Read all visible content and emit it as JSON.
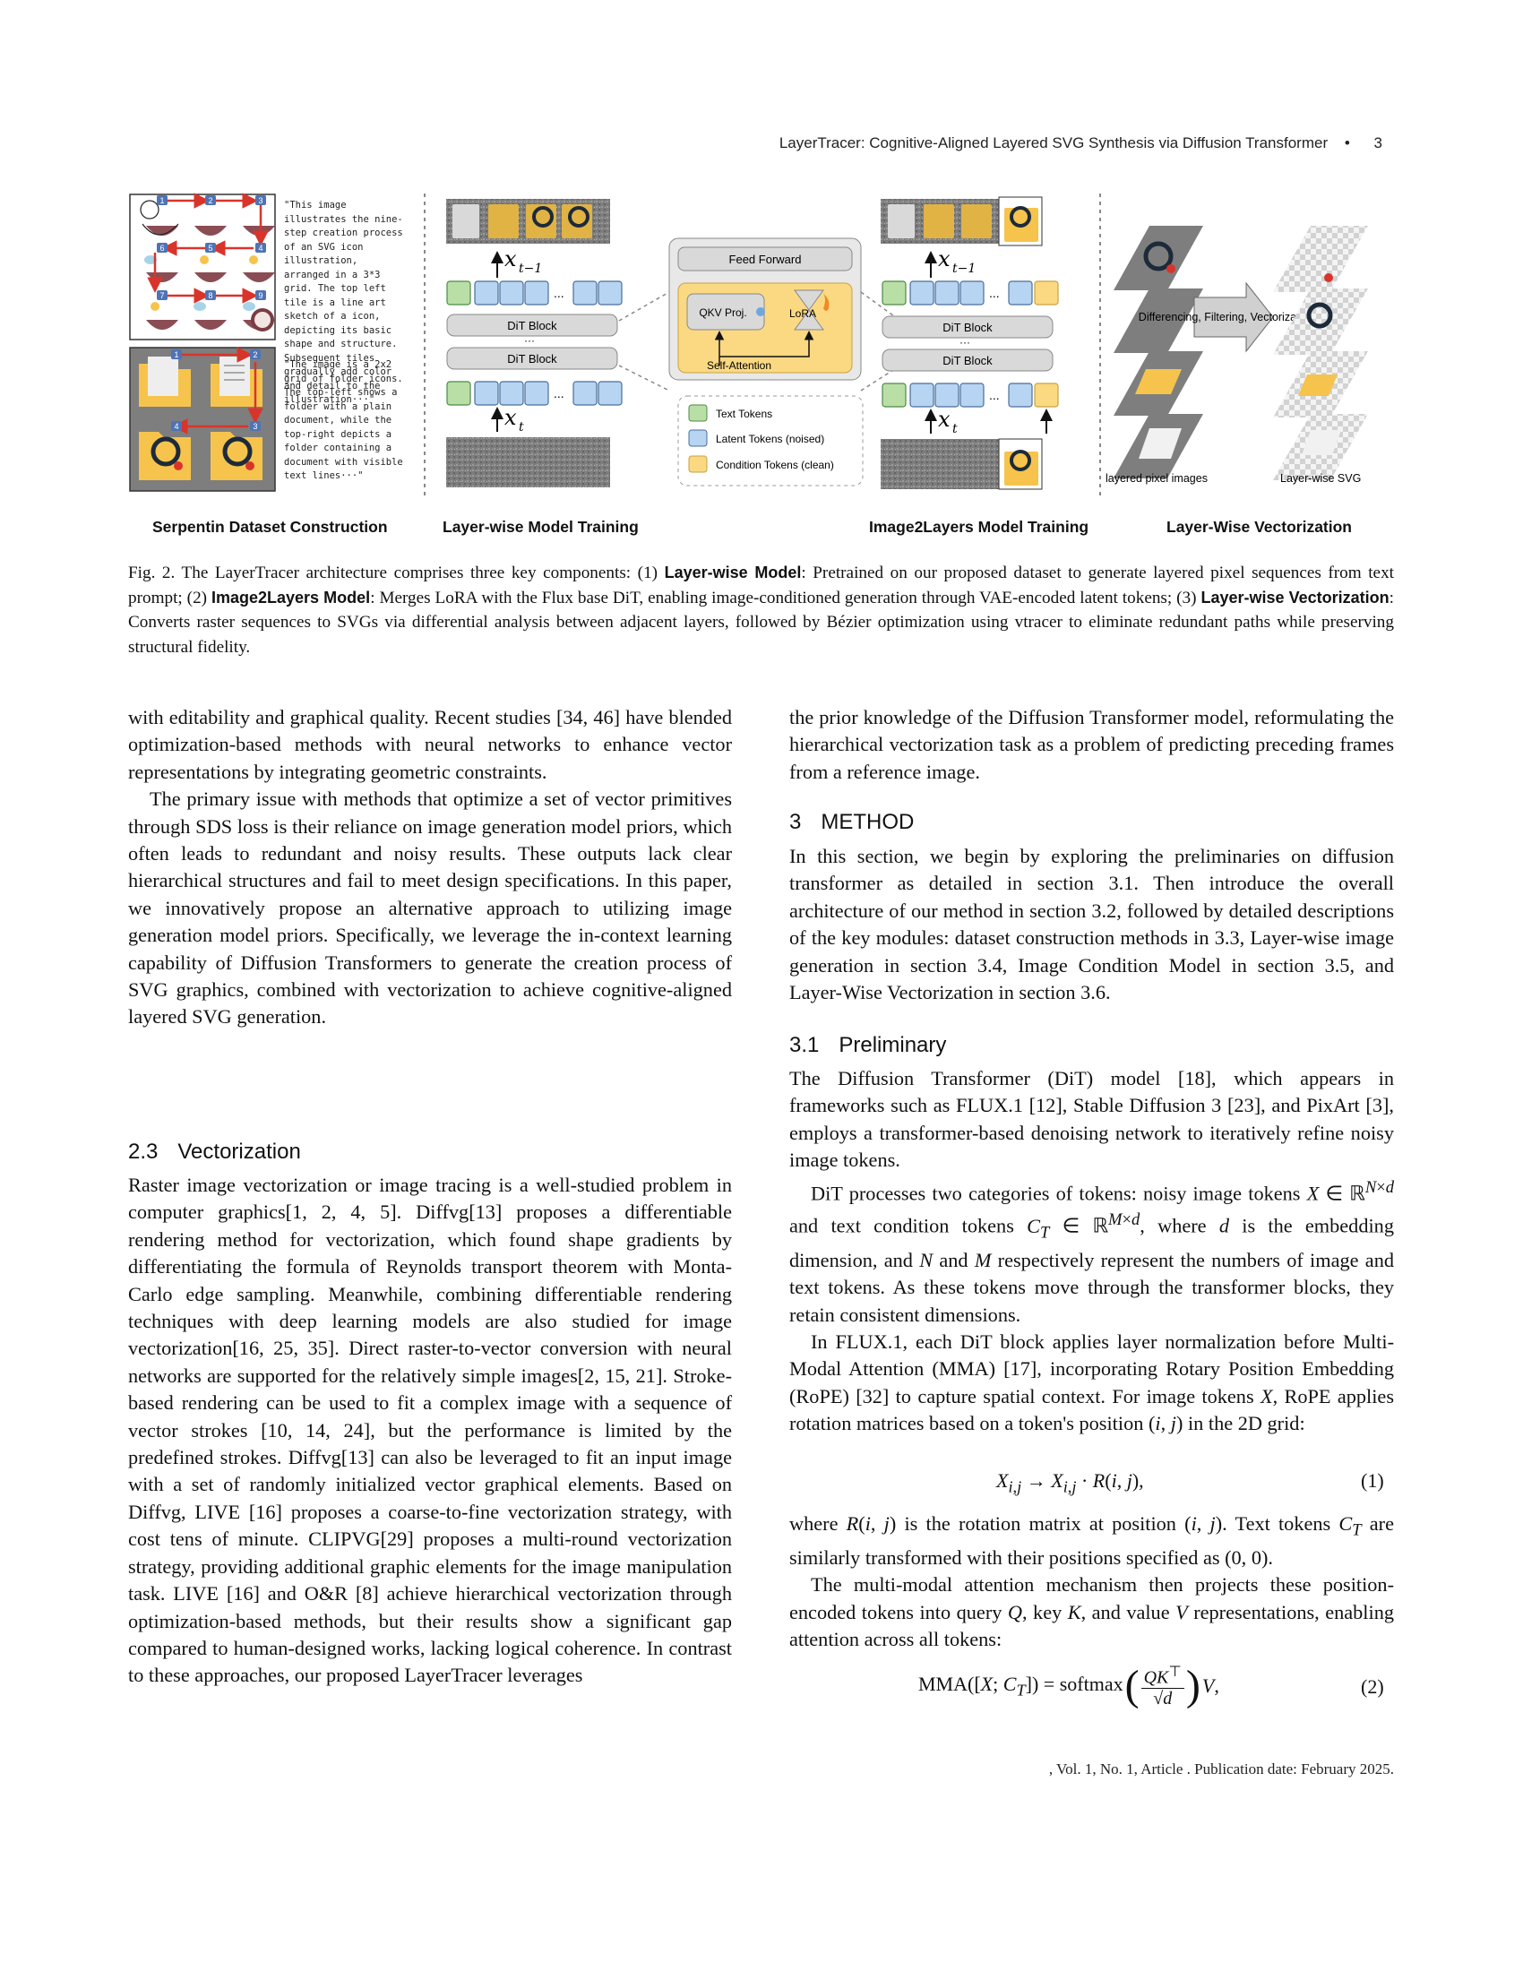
{
  "header": {
    "running_title": "LayerTracer: Cognitive-Aligned Layered SVG Synthesis via Diffusion Transformer",
    "bullet": "•",
    "page_number": "3"
  },
  "figure": {
    "serpentin_quote_1": "\"This image illustrates the nine-step creation process of an SVG icon illustration, arranged in a 3*3 grid. The top left tile is a line art sketch of a icon, depicting its basic shape and structure. Subsequent tiles gradually add color and detail to the illustration···\"",
    "serpentin_quote_2": "\"The image is a 2x2 grid of folder icons. The top-left shows a folder with a plain document, while the top-right depicts a folder containing a document with visible text lines···\"",
    "grid1_numbers": [
      "1",
      "2",
      "3",
      "4",
      "5",
      "6",
      "7",
      "8",
      "9"
    ],
    "grid2_numbers": [
      "1",
      "2",
      "3",
      "4"
    ],
    "x_t_minus_1": "x",
    "x_t_minus_1_sub": "t−1",
    "x_t": "x",
    "x_t_sub": "t",
    "dit_block": "DiT Block",
    "ellipsis": "...",
    "dots": "···",
    "feed_forward": "Feed Forward",
    "qkv_proj": "QKV Proj.",
    "lora": "LoRA",
    "self_attention": "Self-Attention",
    "legend": {
      "text_tokens": "Text Tokens",
      "latent_tokens": "Latent Tokens (noised)",
      "condition_tokens": "Condition Tokens (clean)"
    },
    "vectorization_box": "Differencing, Filtering, Vectorization",
    "layered_pixel_images": "layered pixel images",
    "layer_wise_svg": "Layer-wise SVG",
    "panel_labels": [
      "Serpentin Dataset Construction",
      "Layer-wise Model Training",
      "Image2Layers Model Training",
      "Layer-Wise Vectorization"
    ],
    "colors": {
      "text_token": "#b9dfa7",
      "latent_token": "#b7d4f2",
      "condition_token": "#fbd983",
      "folder": "#f6c44c",
      "attention_bg": "#fbd983",
      "red_arrow": "#d9342b"
    }
  },
  "caption": {
    "prefix": "Fig. 2.  The LayerTracer architecture comprises three key components: (1) ",
    "term1": "Layer-wise Model",
    "text1": ": Pretrained on our proposed dataset to generate layered pixel sequences from text prompt; (2) ",
    "term2": "Image2Layers Model",
    "text2": ": Merges LoRA with the Flux base DiT, enabling image-conditioned generation through VAE-encoded latent tokens; (3) ",
    "term3": "Layer-wise Vectorization",
    "text3": ": Converts raster sequences to SVGs via differential analysis between adjacent layers, followed by Bézier optimization using vtracer to eliminate redundant paths while preserving structural fidelity."
  },
  "left_column": {
    "p1": "with editability and graphical quality. Recent studies [34, 46] have blended optimization-based methods with neural networks to enhance vector representations by integrating geometric constraints.",
    "p2": "The primary issue with methods that optimize a set of vector primitives through SDS loss is their reliance on image generation model priors, which often leads to redundant and noisy results. These outputs lack clear hierarchical structures and fail to meet design specifications. In this paper, we innovatively propose an alternative approach to utilizing image generation model priors. Specifically, we leverage the in-context learning capability of Diffusion Transformers to generate the creation process of SVG graphics, combined with vectorization to achieve cognitive-aligned layered SVG generation.",
    "section_num": "2.3",
    "section_title": "Vectorization",
    "p3": "Raster image vectorization or image tracing is a well-studied problem in computer graphics[1, 2, 4, 5]. Diffvg[13] proposes a differentiable rendering method for vectorization, which found shape gradients by differentiating the formula of Reynolds transport theorem with Monta-Carlo edge sampling. Meanwhile, combining differentiable rendering techniques with deep learning models are also studied for image vectorization[16, 25, 35]. Direct raster-to-vector conversion with neural networks are supported for the relatively simple images[2, 15, 21]. Stroke-based rendering can be used to fit a complex image with a sequence of vector strokes [10, 14, 24], but the performance is limited by the predefined strokes. Diffvg[13] can also be leveraged to fit an input image with a set of randomly initialized vector graphical elements. Based on Diffvg, LIVE [16] proposes a coarse-to-fine vectorization strategy, with cost tens of minute. CLIPVG[29] proposes a multi-round vectorization strategy, providing additional graphic elements for the image manipulation task. LIVE [16] and O&R [8] achieve hierarchical vectorization through optimization-based methods, but their results show a significant gap compared to human-designed works, lacking logical coherence. In contrast to these approaches, our proposed LayerTracer leverages"
  },
  "right_column": {
    "p1": "the prior knowledge of the Diffusion Transformer model, reformulating the hierarchical vectorization task as a problem of predicting preceding frames from a reference image.",
    "section3_num": "3",
    "section3_title": "METHOD",
    "p2": "In this section, we begin by exploring the preliminaries on diffusion transformer as detailed in section 3.1. Then introduce the overall architecture of our method in section 3.2, followed by detailed descriptions of the key modules: dataset construction methods in 3.3, Layer-wise image generation in section 3.4, Image Condition Model in section 3.5, and Layer-Wise Vectorization in section 3.6.",
    "section31_num": "3.1",
    "section31_title": "Preliminary",
    "p3": "The Diffusion Transformer (DiT) model [18], which appears in frameworks such as FLUX.1 [12], Stable Diffusion 3 [23], and PixArt [3], employs a transformer-based denoising network to iteratively refine noisy image tokens.",
    "p4a": "DiT processes two categories of tokens: noisy image tokens ",
    "p4b": " and text condition tokens ",
    "p4c": ", where ",
    "p4d": " is the embedding dimension, and ",
    "p4e": " and ",
    "p4f": " respectively represent the numbers of image and text tokens. As these tokens move through the transformer blocks, they retain consistent dimensions.",
    "p5a": "In FLUX.1, each DiT block applies layer normalization before Multi-Modal Attention (MMA) [17], incorporating Rotary Position Embedding (RoPE) [32] to capture spatial context. For image tokens ",
    "p5b": ", RoPE applies rotation matrices based on a token's position ",
    "p5c": " in the 2D grid:",
    "eq1": "X_{i,j} → X_{i,j} · R(i, j),",
    "eq1_no": "(1)",
    "p6a": "where ",
    "p6b": " is the rotation matrix at position ",
    "p6c": ". Text tokens ",
    "p6d": " are similarly transformed with their positions specified as ",
    "p6e": ".",
    "p7a": "The multi-modal attention mechanism then projects these position-encoded tokens into query ",
    "p7b": ", key ",
    "p7c": ", and value ",
    "p7d": " representations, enabling attention across all tokens:",
    "eq2_no": "(2)"
  },
  "footer": ", Vol. 1, No. 1, Article . Publication date: February 2025."
}
